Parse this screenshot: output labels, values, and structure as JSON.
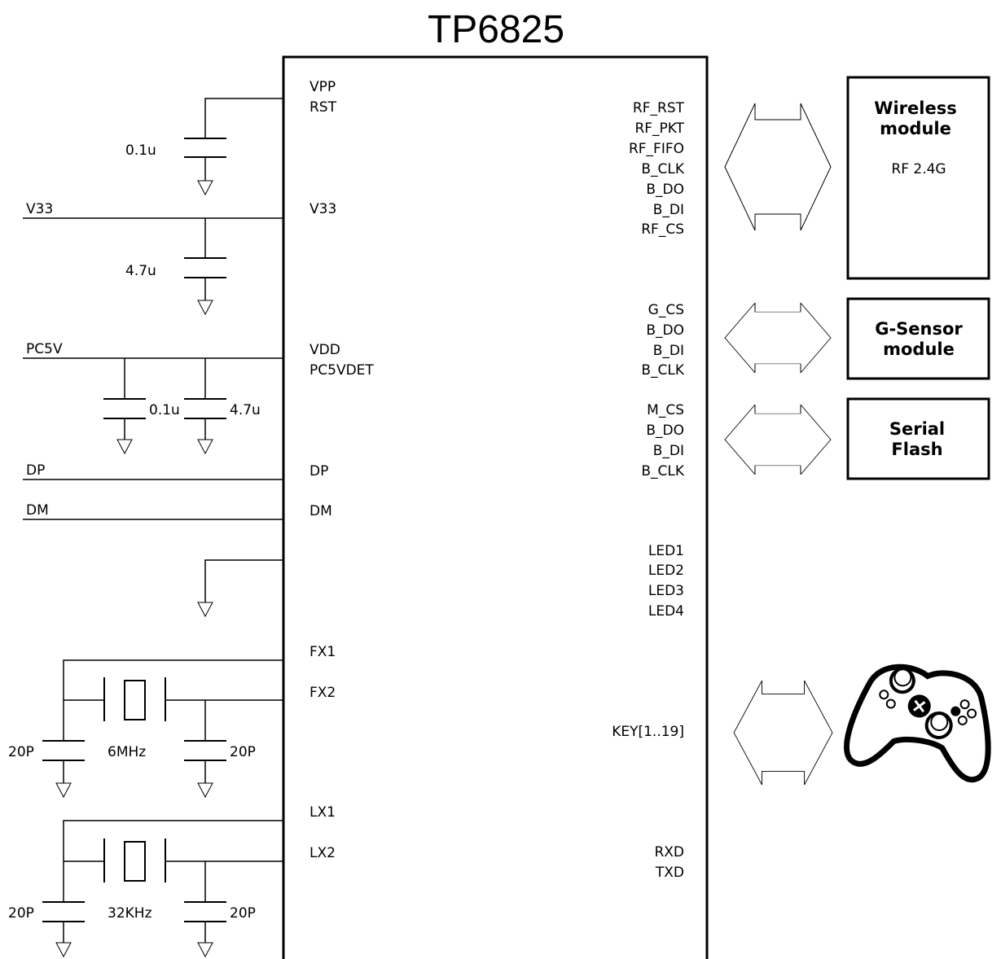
{
  "title": "TP6825",
  "chip_left_pins": [
    "VPP",
    "RST",
    "V33",
    "VDD",
    "PC5VDET",
    "DP",
    "DM",
    "FX1",
    "FX2",
    "LX1",
    "LX2"
  ],
  "chip_right_pins": {
    "rf": [
      "RF_RST",
      "RF_PKT",
      "RF_FIFO",
      "B_CLK",
      "B_DO",
      "B_DI",
      "RF_CS"
    ],
    "gsensor": [
      "G_CS",
      "B_DO",
      "B_DI",
      "B_CLK"
    ],
    "flash": [
      "M_CS",
      "B_DO",
      "B_DI",
      "B_CLK"
    ],
    "led": [
      "LED1",
      "LED2",
      "LED3",
      "LED4"
    ],
    "key": "KEY[1..19]",
    "uart": [
      "RXD",
      "TXD"
    ]
  },
  "nets": {
    "v33": "V33",
    "pc5v": "PC5V",
    "dp": "DP",
    "dm": "DM"
  },
  "components": {
    "cap_rst": "0.1u",
    "cap_v33": "4.7u",
    "cap_vdd_a": "0.1u",
    "cap_vdd_b": "4.7u",
    "xtal1": "6MHz",
    "xtal1_cap_left": "20P",
    "xtal1_cap_right": "20P",
    "xtal2": "32KHz",
    "xtal2_cap_left": "20P",
    "xtal2_cap_right": "20P"
  },
  "modules": {
    "wireless_line1": "Wireless",
    "wireless_line2": "module",
    "wireless_sub": "RF 2.4G",
    "gsensor_line1": "G-Sensor",
    "gsensor_line2": "module",
    "flash_line1": "Serial",
    "flash_line2": "Flash"
  },
  "icons": {
    "gamepad": "gamepad-icon"
  }
}
